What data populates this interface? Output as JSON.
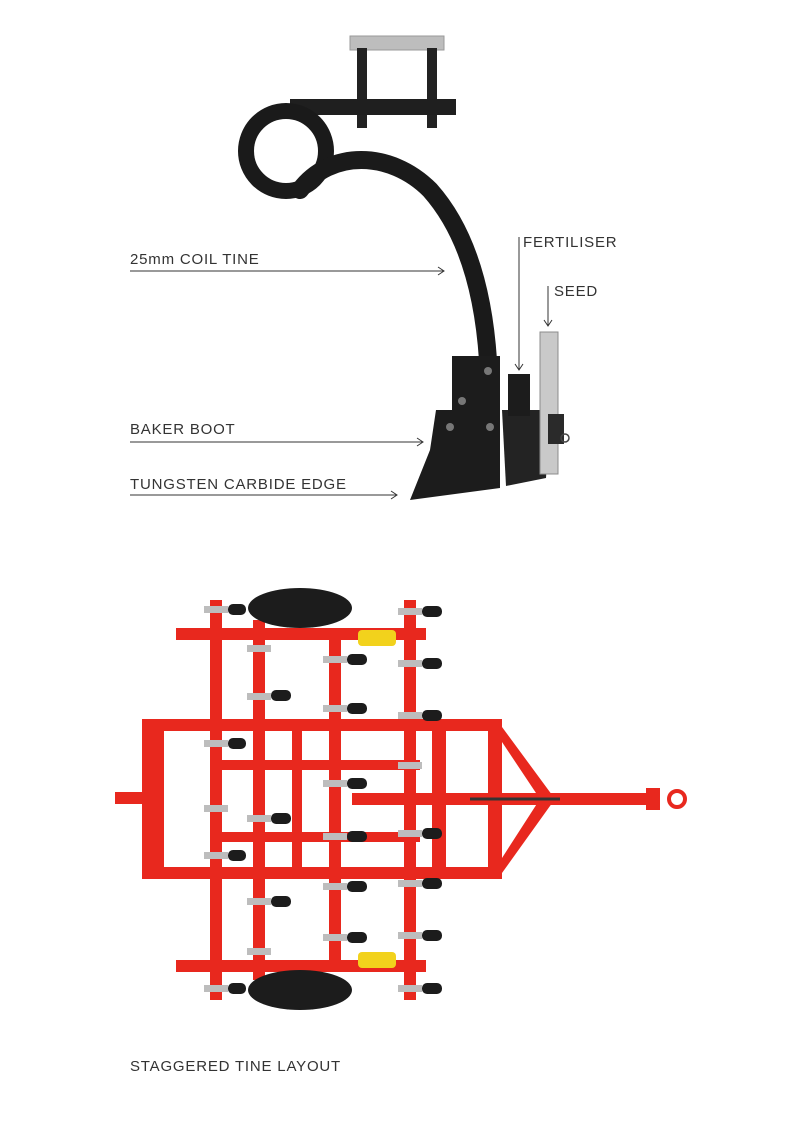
{
  "callouts": {
    "coil_tine": "25mm COIL TINE",
    "fertiliser": "FERTILISER",
    "seed": "SEED",
    "baker_boot": "BAKER BOOT",
    "tungsten_edge": "TUNGSTEN CARBIDE EDGE"
  },
  "captions": {
    "layout": "STAGGERED TINE LAYOUT"
  },
  "colors": {
    "frame_red": "#e8281e",
    "tine_black": "#1a1a1a",
    "steel_grey": "#b8b8b8",
    "hydraulic_yellow": "#f2d21c",
    "label_text": "#333333"
  }
}
